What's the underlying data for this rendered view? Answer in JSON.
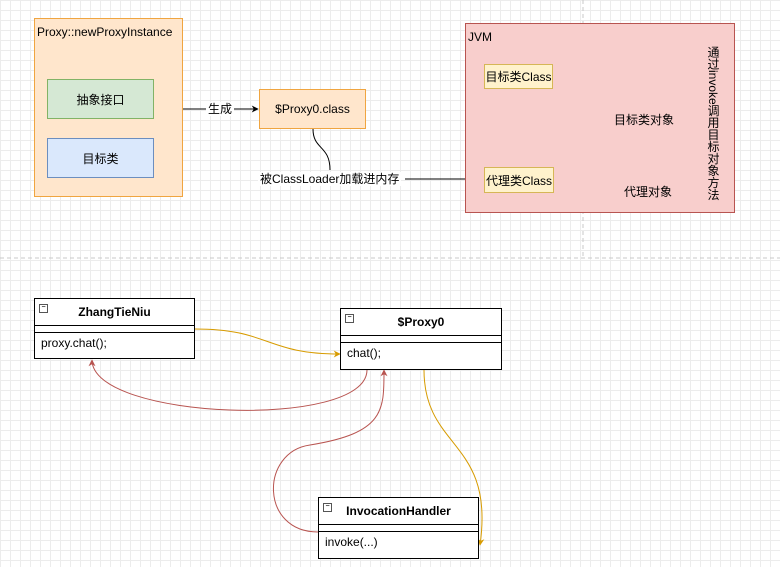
{
  "proxy_factory": {
    "title": "Proxy::newProxyInstance",
    "interface_box": "抽象接口",
    "target_box": "目标类"
  },
  "generate_label": "生成",
  "proxy_class_box": "$Proxy0.class",
  "loader_label": "被ClassLoader加载进内存",
  "jvm": {
    "title": "JVM",
    "target_class": "目标类Class",
    "proxy_class": "代理类Class",
    "target_object": "目标类对象",
    "proxy_object": "代理对象",
    "invoke_note": "通过invoke调用目标对象方法"
  },
  "uml": {
    "zhangtieniu": {
      "name": "ZhangTieNiu",
      "method": "proxy.chat();"
    },
    "proxy0": {
      "name": "$Proxy0",
      "method": "chat();"
    },
    "handler": {
      "name": "InvocationHandler",
      "method": "invoke(...)"
    }
  },
  "icons": {
    "collapse": "minus-box-icon"
  },
  "colors": {
    "factory_fill": "#ffe6cc",
    "factory_stroke": "#f0a540",
    "interface_fill": "#d5e8d4",
    "interface_stroke": "#82b366",
    "target_fill": "#dae8fc",
    "target_stroke": "#6c8ebf",
    "jvm_fill": "#f8cecc",
    "jvm_stroke": "#b85450",
    "class_fill": "#fff2cc",
    "class_stroke": "#d6b656",
    "object_fill": "#d5e8d4",
    "object_stroke": "#2d6a2d",
    "orange_edge": "#d79b00",
    "red_edge": "#b85450"
  }
}
